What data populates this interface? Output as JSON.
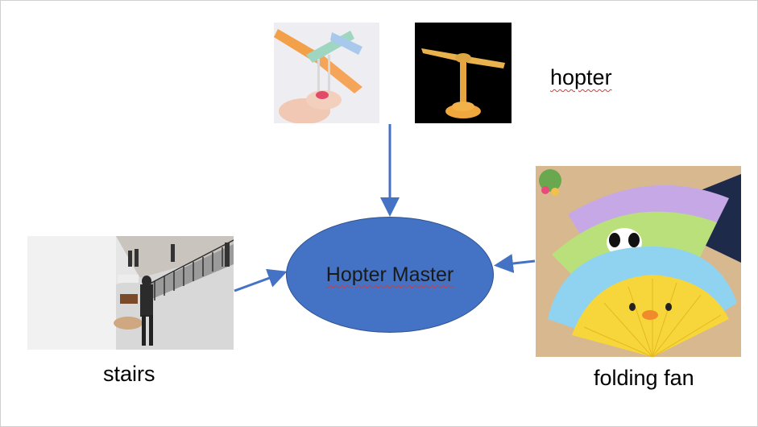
{
  "labels": {
    "hopter": "hopter",
    "center": "Hopter Master",
    "stairs": "stairs",
    "folding_fan": "folding fan"
  },
  "colors": {
    "node_fill": "#4472c4",
    "arrow": "#4472c4",
    "spellcheck_underline": "#d63a3a"
  },
  "images": [
    "paper-hopter-photo",
    "toy-hopter-photo",
    "stairs-photo",
    "folding-fans-photo"
  ]
}
